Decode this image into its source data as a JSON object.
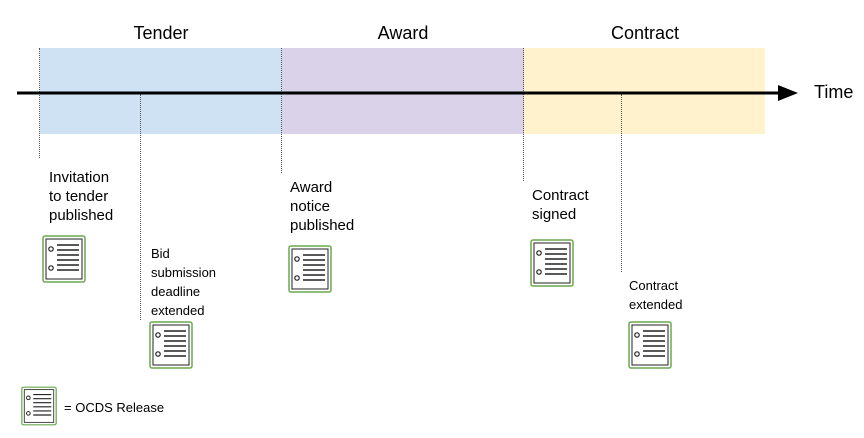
{
  "phases": [
    {
      "label": "Tender",
      "color": "#cfe2f3"
    },
    {
      "label": "Award",
      "color": "#d9d2e9"
    },
    {
      "label": "Contract",
      "color": "#fff2cc"
    }
  ],
  "axis": {
    "label": "Time"
  },
  "events": [
    {
      "lines": [
        "Invitation",
        "to tender",
        "published"
      ]
    },
    {
      "lines": [
        "Bid",
        "submission",
        "deadline",
        "extended"
      ]
    },
    {
      "lines": [
        "Award",
        "notice",
        "published"
      ]
    },
    {
      "lines": [
        "Contract",
        "signed"
      ]
    },
    {
      "lines": [
        "Contract",
        "extended"
      ]
    }
  ],
  "legend": {
    "label": "= OCDS Release",
    "icon": "document-icon"
  },
  "colors": {
    "doc_border": "#6aa84f",
    "doc_fill": "#ffffff",
    "timeline": "#000000"
  }
}
